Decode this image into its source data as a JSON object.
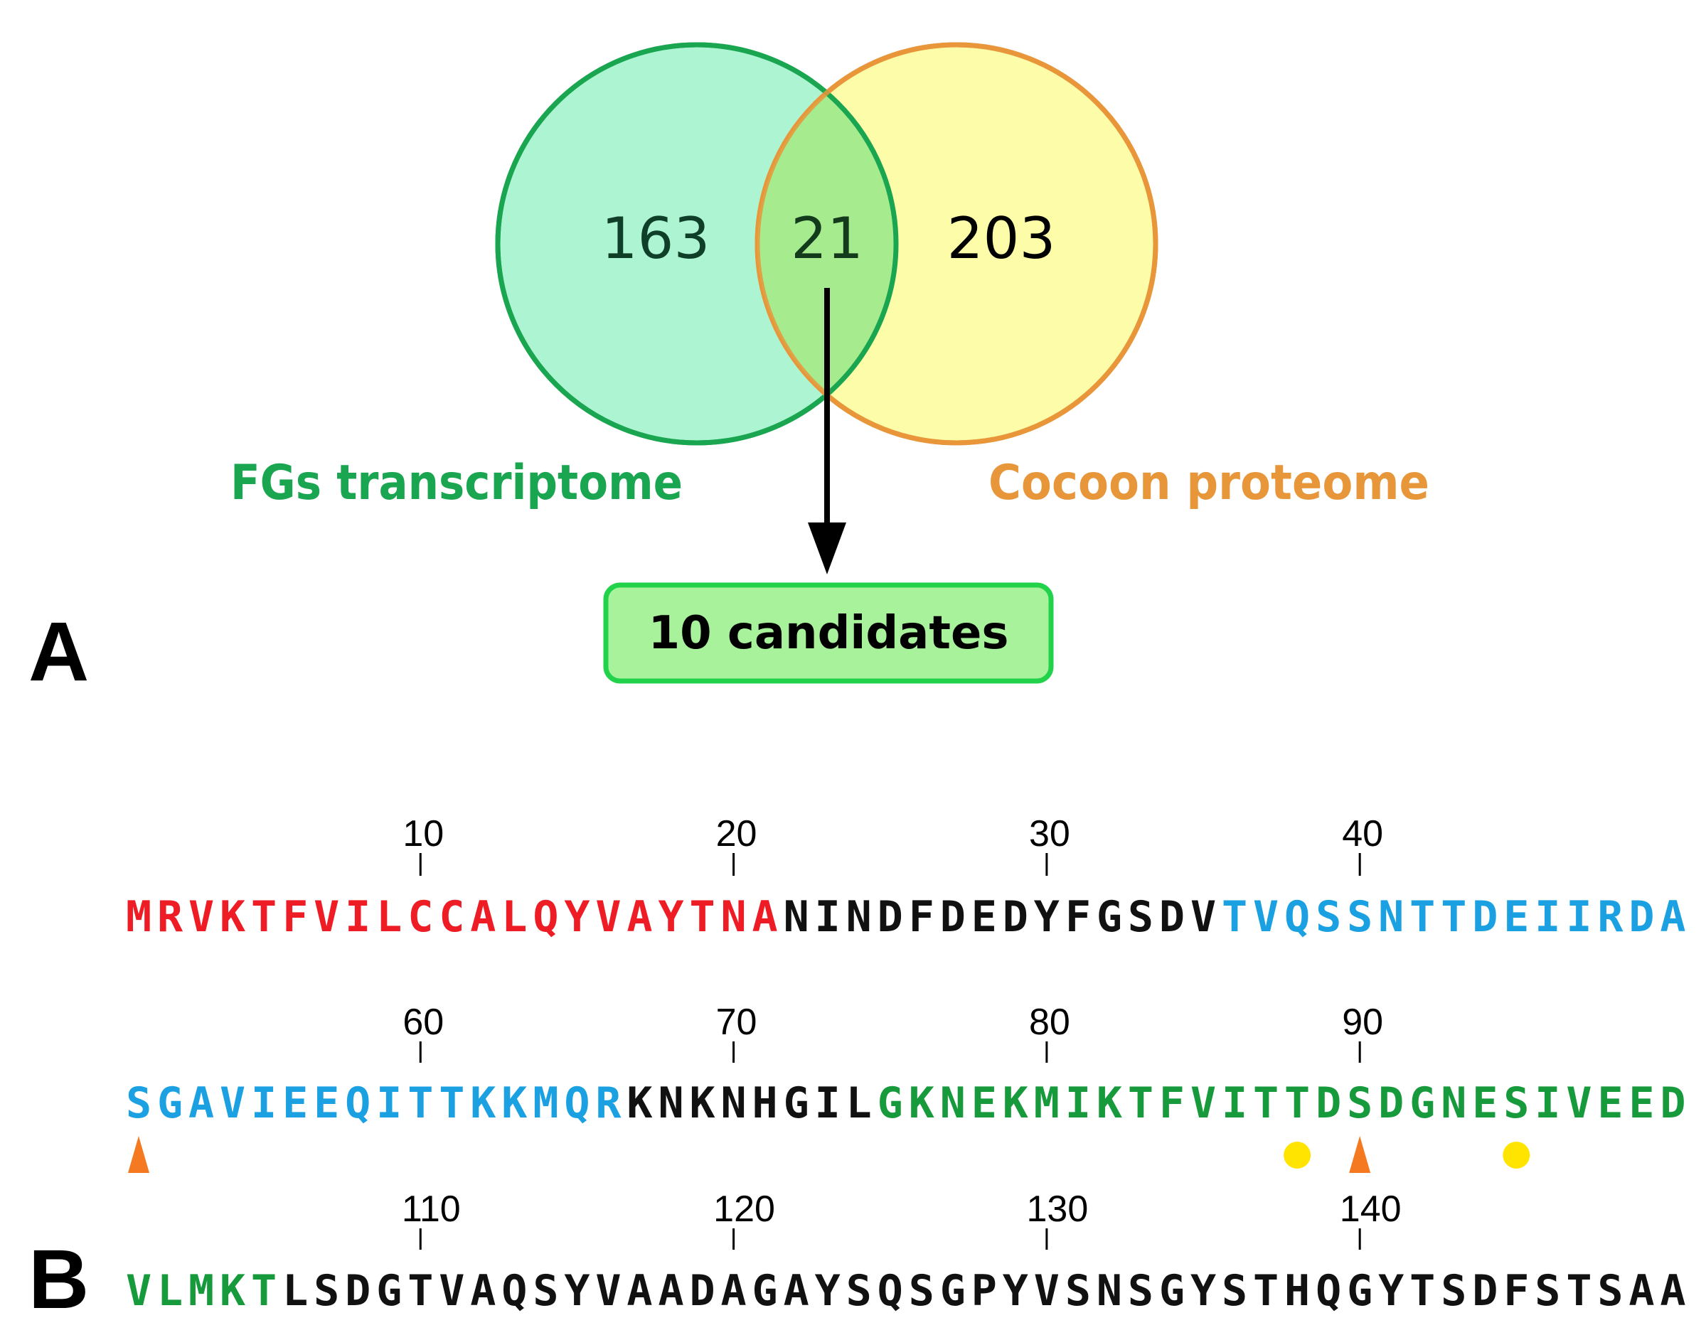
{
  "panel_a": {
    "letter": "A",
    "venn": {
      "left_only": "163",
      "intersection": "21",
      "right_only": "203",
      "left_label": "FGs transcriptome",
      "right_label": "Cocoon proteome",
      "left_color": "#1aa650",
      "left_fill": "#adf5d2",
      "right_color": "#e8963a",
      "right_fill": "#fdfca8",
      "intersection_fill": "#a6ec8f"
    },
    "result_box": "10 candidates",
    "result_fill": "#a7f29a",
    "result_border": "#22d24a"
  },
  "panel_b": {
    "letter": "B",
    "colors": {
      "red": "#ee1c24",
      "black": "#111111",
      "blue": "#1ba1e2",
      "green": "#169a3c",
      "orange_marker": "#f47920",
      "yellow_marker": "#ffe400"
    },
    "rows": [
      {
        "ticks": [
          {
            "label": "10",
            "col": 9
          },
          {
            "label": "20",
            "col": 19
          },
          {
            "label": "30",
            "col": 29
          },
          {
            "label": "40",
            "col": 39
          }
        ],
        "segments": [
          {
            "text": "MRVKTFVILCCALQYVAYTNA",
            "color": "red"
          },
          {
            "text": "NINDFDEDYFGSDV",
            "color": "black"
          },
          {
            "text": "TVQSSNTTDEIIRDA",
            "color": "blue"
          }
        ],
        "markers": []
      },
      {
        "ticks": [
          {
            "label": "60",
            "col": 9
          },
          {
            "label": "70",
            "col": 19
          },
          {
            "label": "80",
            "col": 29
          },
          {
            "label": "90",
            "col": 39
          }
        ],
        "segments": [
          {
            "text": "SGAVIEEQITTKKMQR",
            "color": "blue"
          },
          {
            "text": "KNKNHGIL",
            "color": "black"
          },
          {
            "text": "GKNEKMIKTFVITTDSDGNESIVEED",
            "color": "green"
          }
        ],
        "markers": [
          {
            "col": 0,
            "shape": "triangle",
            "color": "orange_marker"
          },
          {
            "col": 37,
            "shape": "circle",
            "color": "yellow_marker"
          },
          {
            "col": 39,
            "shape": "triangle",
            "color": "orange_marker"
          },
          {
            "col": 44,
            "shape": "circle",
            "color": "yellow_marker"
          }
        ]
      },
      {
        "ticks": [
          {
            "label": "110",
            "col": 9
          },
          {
            "label": "120",
            "col": 19
          },
          {
            "label": "130",
            "col": 29
          },
          {
            "label": "140",
            "col": 39
          }
        ],
        "segments": [
          {
            "text": "VLMKT",
            "color": "green"
          },
          {
            "text": "LSDGTVAQSYVAADAGAYSQSGPYVSNSGYSTHQGYTSDFSTSAA",
            "color": "black"
          }
        ],
        "markers": []
      }
    ]
  }
}
